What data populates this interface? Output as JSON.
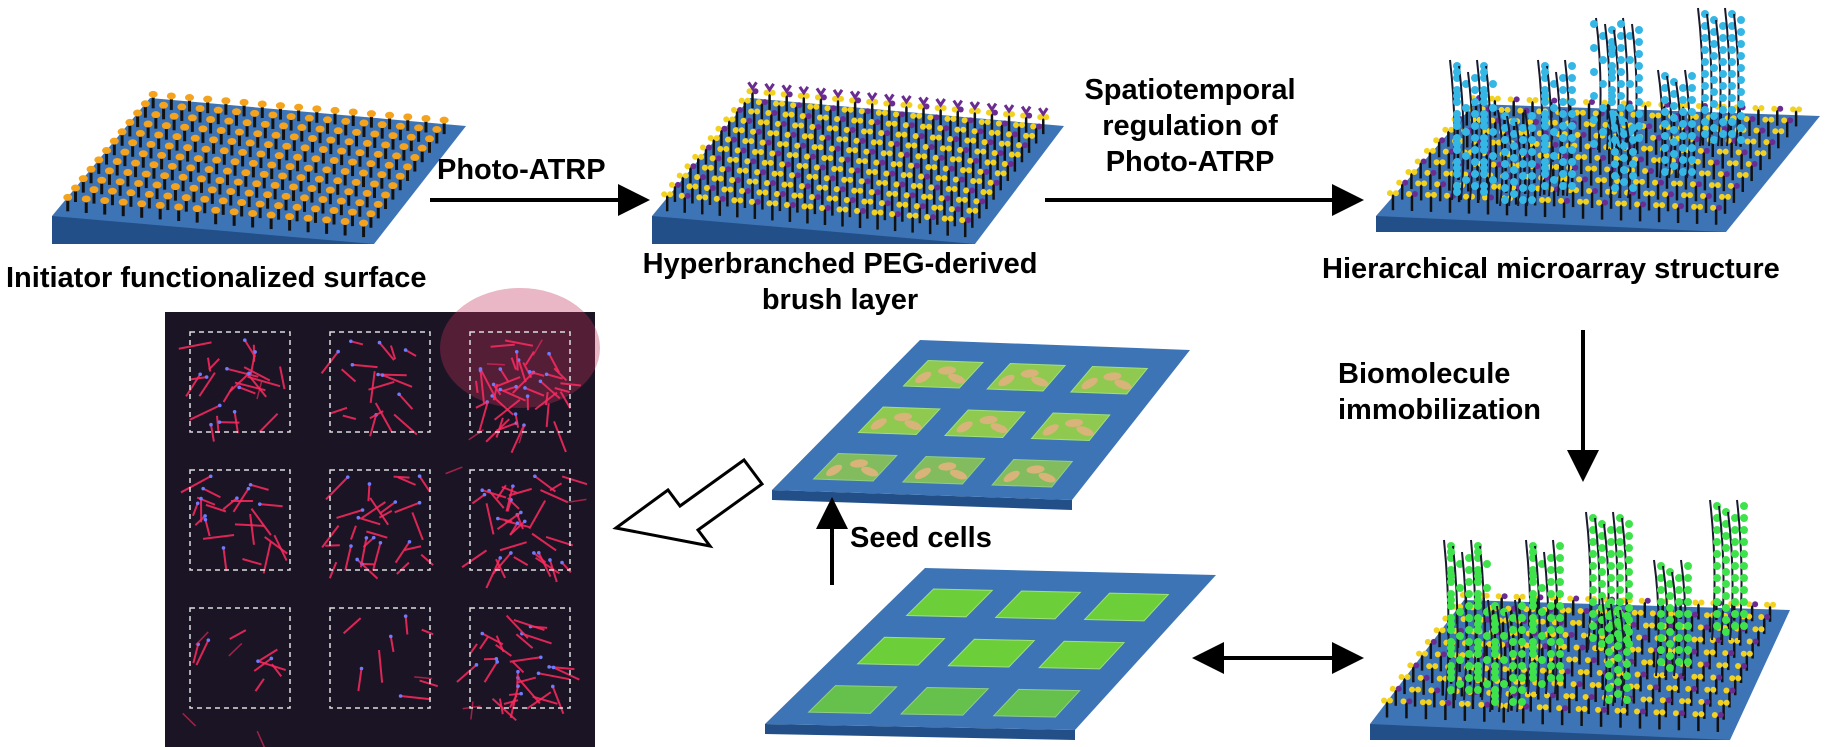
{
  "labels": {
    "initiator": "Initiator functionalized surface",
    "hyperbranched_line1": "Hyperbranched PEG-derived",
    "hyperbranched_line2": "brush layer",
    "hierarchical": "Hierarchical microarray structure",
    "photo_atrp": "Photo-ATRP",
    "spatio_line1": "Spatiotemporal",
    "spatio_line2": "regulation of",
    "spatio_line3": "Photo-ATRP",
    "bio_line1": "Biomolecule",
    "bio_line2": "immobilization",
    "seed_cells": "Seed cells"
  },
  "colors": {
    "substrate_top": "#3d74b6",
    "substrate_side": "#224f88",
    "initiator_dot": "#f5a21d",
    "brush_yellow": "#f2d21e",
    "brush_purple": "#6b2c91",
    "brush_cyan": "#35b7e6",
    "biomolecule_green": "#3ee34b",
    "pad_green": "#6ccf3a",
    "cell_tan": "#d9b47a",
    "micrograph_bg": "#1b1424",
    "cell_stain": "#ff2a5f"
  },
  "icons": {
    "photo_arrow": "arrow-right-icon",
    "spatio_arrow": "arrow-right-icon",
    "bio_arrow": "arrow-down-icon",
    "seed_arrow": "arrow-up-icon",
    "exchange_arrow": "double-arrow-icon",
    "hollow_arrow": "hollow-arrow-left-icon"
  }
}
